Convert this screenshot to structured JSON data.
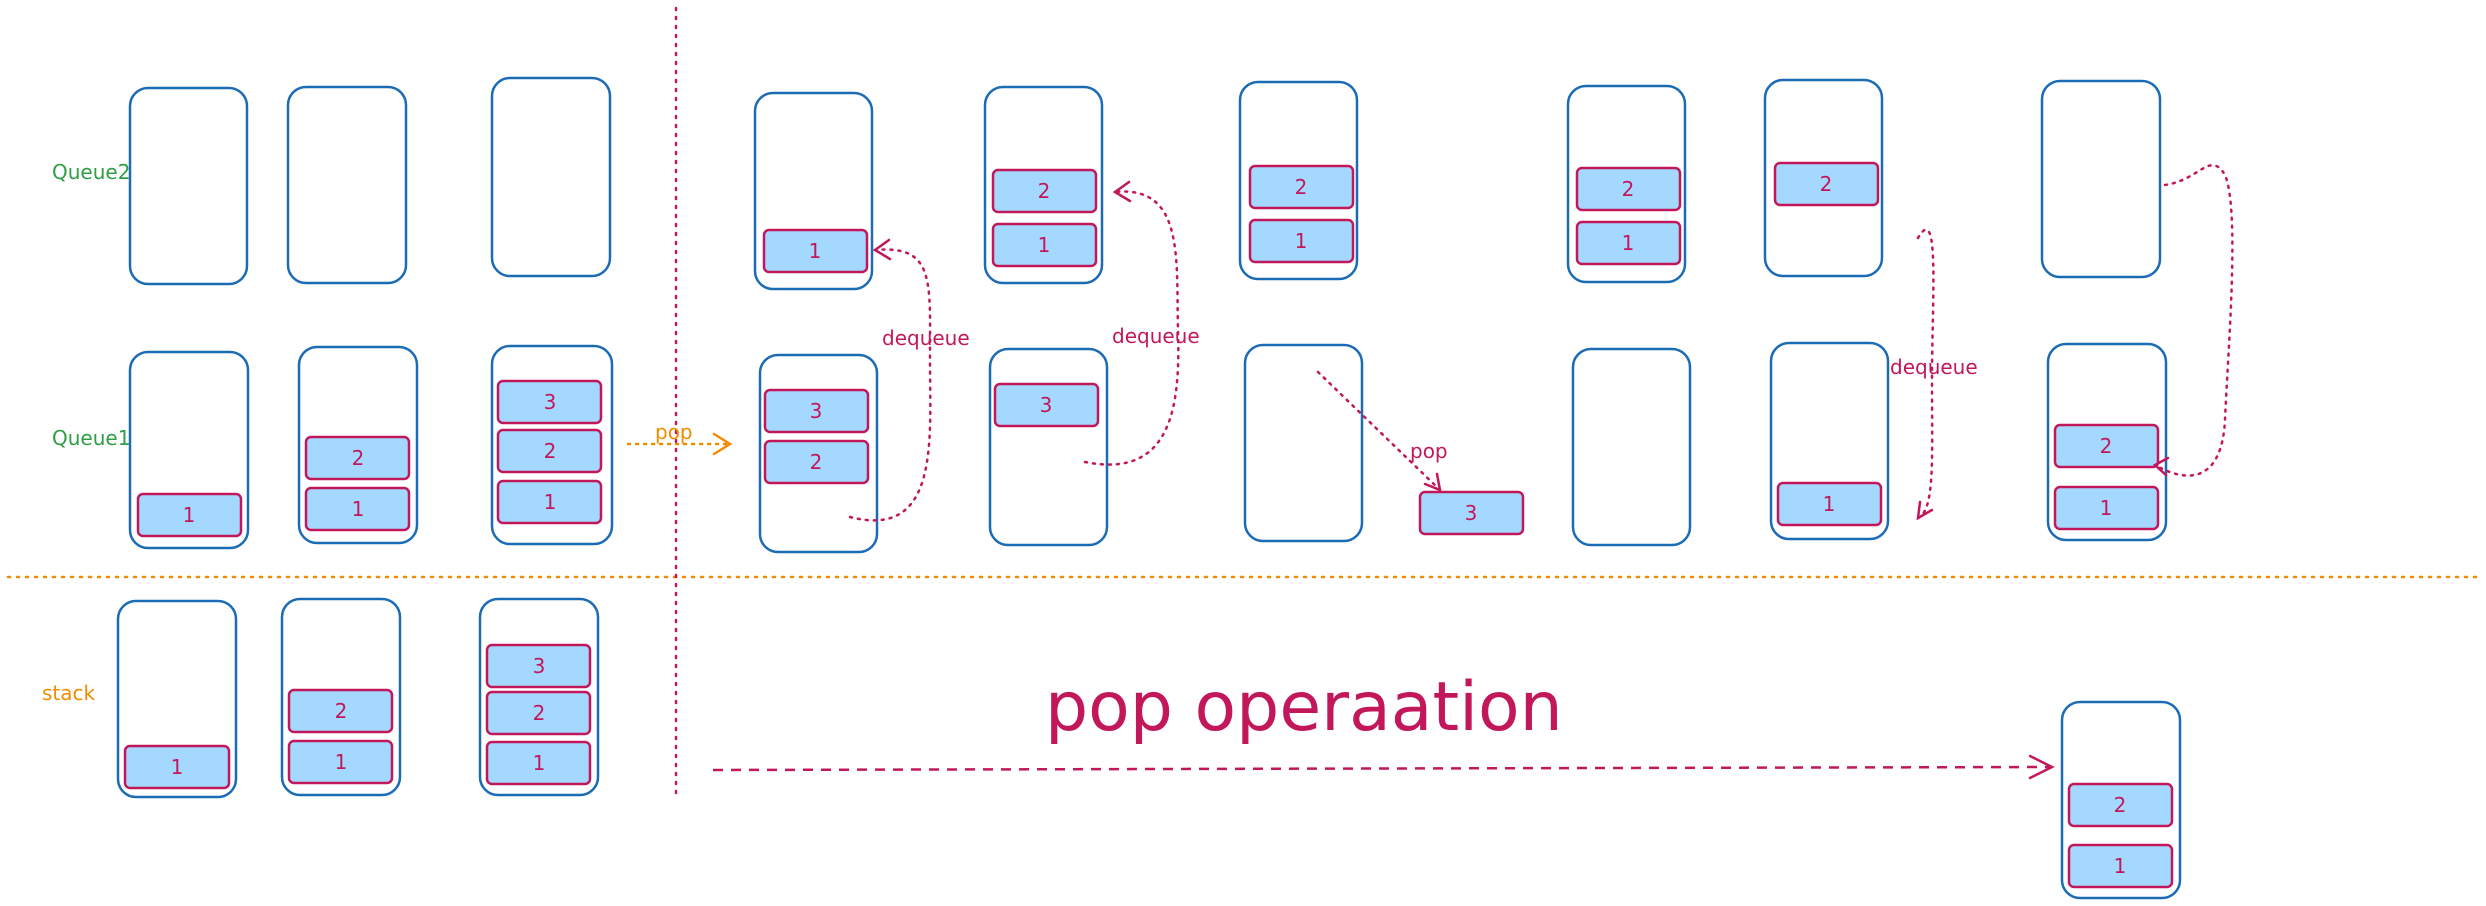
{
  "labels": {
    "queue2": "Queue2",
    "queue1": "Queue1",
    "stack": "stack",
    "pop": "pop",
    "dequeue": "dequeue",
    "title": "pop operaation"
  },
  "colors": {
    "container_stroke": "#1c6bb5",
    "item_fill": "#a5d8ff",
    "item_stroke": "#c2185b",
    "label_green": "#2f9e44",
    "label_orange": "#f08c00",
    "accent": "#c2185b"
  },
  "items": {
    "one": "1",
    "two": "2",
    "three": "3"
  }
}
